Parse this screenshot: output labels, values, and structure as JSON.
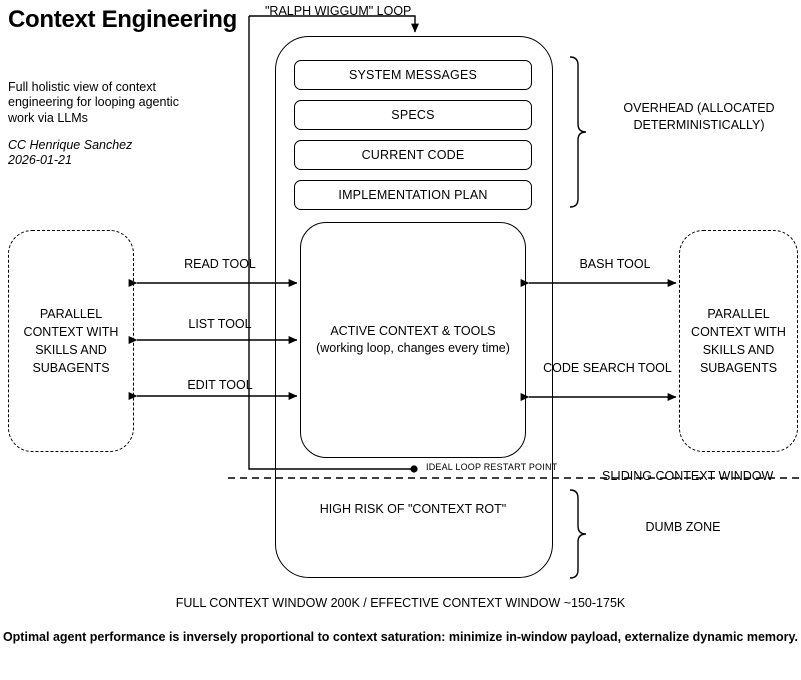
{
  "header": {
    "title": "Context Engineering",
    "subtitle": "Full holistic view of context engineering for looping agentic work via LLMs",
    "credit": "CC Henrique Sanchez\n2026-01-21"
  },
  "diagram": {
    "loop_label": "\"RALPH WIGGUM\" LOOP",
    "overhead_boxes": [
      {
        "label": "SYSTEM MESSAGES"
      },
      {
        "label": "SPECS"
      },
      {
        "label": "CURRENT CODE"
      },
      {
        "label": "IMPLEMENTATION PLAN"
      }
    ],
    "overhead_bracket_label": "OVERHEAD (ALLOCATED DETERMINISTICALLY)",
    "active_context_label": "ACTIVE CONTEXT & TOOLS (working loop, changes every time)",
    "restart_point_label": "IDEAL LOOP RESTART POINT",
    "sliding_window_label": "SLIDING CONTEXT WINDOW",
    "risk_label": "HIGH RISK OF \"CONTEXT ROT\"",
    "dumb_zone_label": "DUMB ZONE",
    "panel_left_label": "PARALLEL CONTEXT WITH SKILLS AND SUBAGENTS",
    "panel_right_label": "PARALLEL CONTEXT WITH SKILLS AND SUBAGENTS",
    "tool_arrows_left": [
      {
        "label": "READ TOOL"
      },
      {
        "label": "LIST TOOL"
      },
      {
        "label": "EDIT TOOL"
      }
    ],
    "tool_arrows_right": [
      {
        "label": "BASH TOOL"
      },
      {
        "label": "CODE SEARCH TOOL"
      }
    ]
  },
  "footer": {
    "context_sizes": "FULL CONTEXT WINDOW 200K / EFFECTIVE CONTEXT WINDOW ~150-175K",
    "takeaway": "Optimal agent performance is inversely proportional to context saturation: minimize in-window payload, externalize dynamic memory."
  },
  "colors": {
    "ink": "#000000",
    "background": "#ffffff"
  }
}
